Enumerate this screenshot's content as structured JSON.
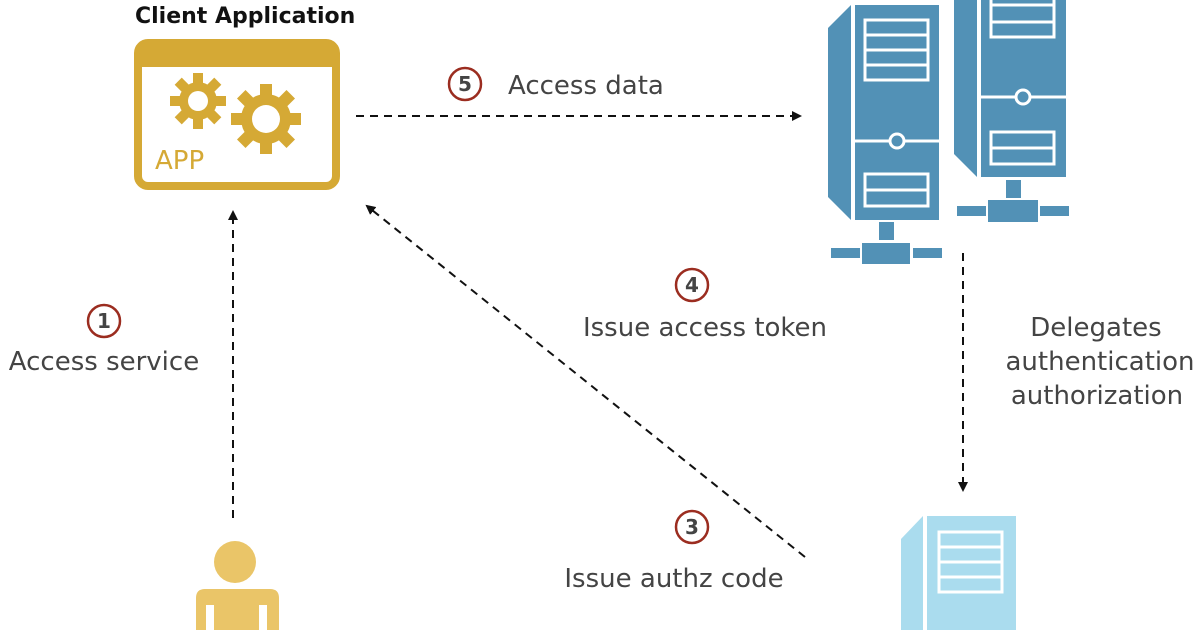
{
  "title": "Client Application",
  "app_label": "APP",
  "colors": {
    "app_gold": "#d5a935",
    "user_gold": "#eac568",
    "server_blue": "#5291b6",
    "auth_server_blue": "#aadcee",
    "step_circle": "#9b2d20",
    "label_text": "#444444",
    "arrow": "#111111"
  },
  "nodes": [
    {
      "id": "client-app",
      "label": "Client Application",
      "icon": "app-window-gears-icon"
    },
    {
      "id": "resource-servers",
      "icon": "server-tower-icon"
    },
    {
      "id": "auth-server",
      "icon": "server-tower-icon"
    },
    {
      "id": "user",
      "icon": "user-icon"
    }
  ],
  "steps": [
    {
      "number": "1",
      "label": "Access service",
      "from": "user",
      "to": "client-app"
    },
    {
      "number": "3",
      "label": "Issue authz code",
      "from": "auth-server",
      "to": "client-app"
    },
    {
      "number": "4",
      "label": "Issue access token",
      "from": "auth-server",
      "to": "client-app"
    },
    {
      "number": "5",
      "label": "Access data",
      "from": "client-app",
      "to": "resource-servers"
    }
  ],
  "delegation": {
    "lines": [
      "Delegates",
      "authentication",
      "authorization"
    ],
    "from": "resource-servers",
    "to": "auth-server"
  }
}
